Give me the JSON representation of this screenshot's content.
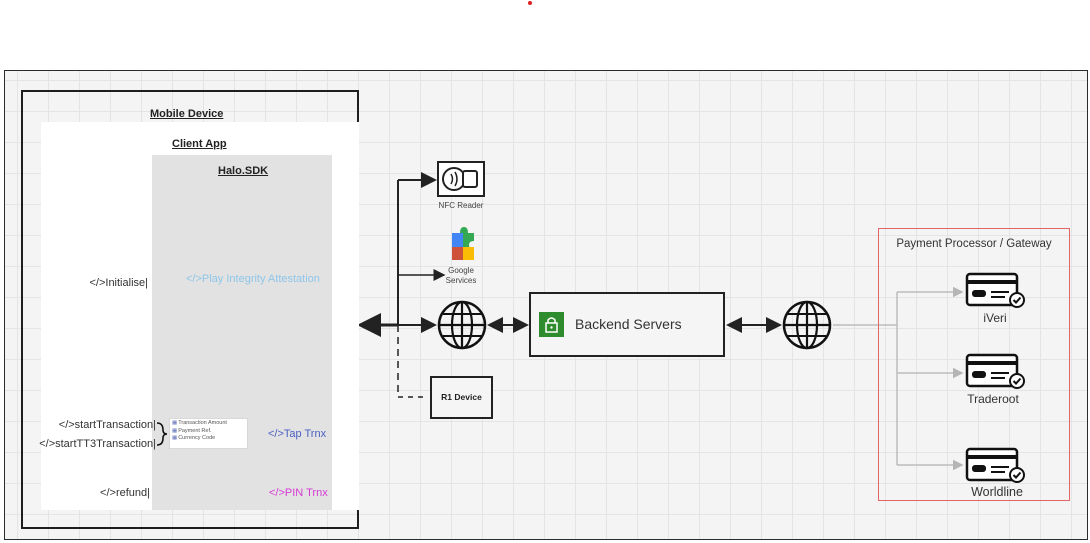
{
  "mobile": {
    "title": "Mobile Device",
    "client_app_title": "Client App",
    "sdk_title": "Halo.SDK",
    "methods": {
      "initialise": "</>Initialise|",
      "start_transaction": "</>startTransaction|",
      "start_tt3_transaction": "</>startTT3Transaction|",
      "refund": "</>refund|"
    },
    "transaction_params": [
      "Transaction Amount",
      "Payment Ref.",
      "Currency Code"
    ],
    "sdk_features": {
      "play_integrity": "</>Play Integrity Attestation",
      "tap_trnx": "</>Tap Trnx",
      "pin_trnx": "</>PIN Trnx"
    }
  },
  "nodes": {
    "nfc_reader": "NFC Reader",
    "google_services": "Google Services",
    "r1_device": "R1 Device",
    "backend_servers": "Backend Servers"
  },
  "payment_processor": {
    "title": "Payment Processor / Gateway",
    "processors": [
      "iVeri",
      "Traderoot",
      "Worldline"
    ]
  },
  "colors": {
    "play_integrity": "#8ec6ea",
    "tap_trnx": "#4a5fc1",
    "pin_trnx": "#d63ad6",
    "processor_border": "#e06666",
    "lock_green": "#2e8b2e"
  }
}
